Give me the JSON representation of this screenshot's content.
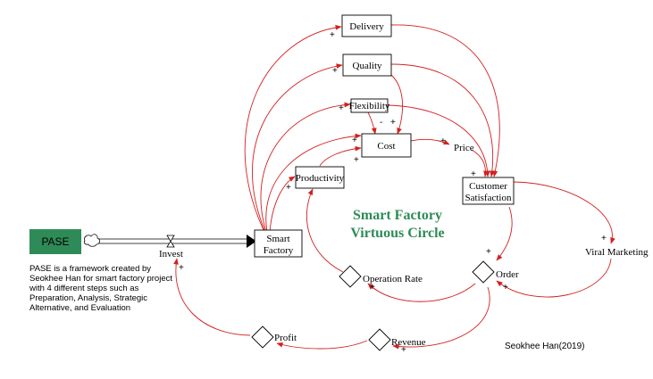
{
  "diagram": {
    "title_line1": "Smart Factory",
    "title_line2": "Virtuous Circle",
    "source_box": "PASE",
    "description": "PASE is a framework created by Seokhee Han for smart factory project with 4 different steps such as Preparation, Analysis, Strategic Alternative, and Evaluation",
    "credit": "Seokhee Han(2019)",
    "flow_label": "Invest",
    "stocks": {
      "delivery": "Delivery",
      "quality": "Quality",
      "flexibility": "Flexibility",
      "cost": "Cost",
      "productivity": "Productivity",
      "smart_factory_1": "Smart",
      "smart_factory_2": "Factory",
      "customer_satisfaction_1": "Customer",
      "customer_satisfaction_2": "Satisfaction"
    },
    "auxiliaries": {
      "price": "Price",
      "viral_marketing": "Viral Marketing",
      "order": "Order",
      "operation_rate": "Operation Rate",
      "revenue": "Revenue",
      "profit": "Profit"
    },
    "polarity_plus": "+",
    "polarity_minus": "-",
    "colors": {
      "link": "#d42020",
      "pase_fill": "#2e8b57",
      "title": "#2e8b57"
    }
  }
}
